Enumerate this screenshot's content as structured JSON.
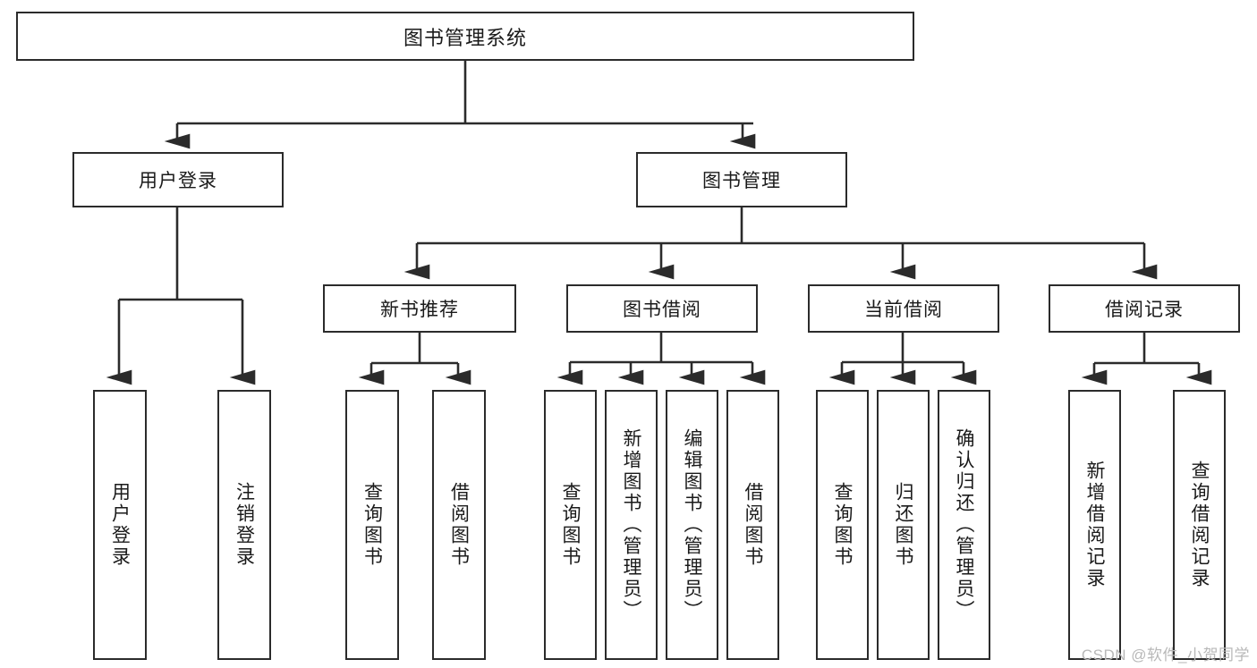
{
  "diagram": {
    "title": "图书管理系统",
    "type": "tree-hierarchy",
    "root": {
      "label": "图书管理系统"
    },
    "level2": [
      {
        "label": "用户登录"
      },
      {
        "label": "图书管理"
      }
    ],
    "level3": [
      {
        "label": "新书推荐",
        "parent": "图书管理"
      },
      {
        "label": "图书借阅",
        "parent": "图书管理"
      },
      {
        "label": "当前借阅",
        "parent": "图书管理"
      },
      {
        "label": "借阅记录",
        "parent": "图书管理"
      }
    ],
    "leaves": {
      "user_login": [
        {
          "label": "用户登录"
        },
        {
          "label": "注销登录"
        }
      ],
      "new_book_recommend": [
        {
          "label": "查询图书"
        },
        {
          "label": "借阅图书"
        }
      ],
      "book_borrow": [
        {
          "label": "查询图书"
        },
        {
          "label": "新增图书（管理员）"
        },
        {
          "label": "编辑图书（管理员）"
        },
        {
          "label": "借阅图书"
        }
      ],
      "current_borrow": [
        {
          "label": "查询图书"
        },
        {
          "label": "归还图书"
        },
        {
          "label": "确认归还（管理员）"
        }
      ],
      "borrow_record": [
        {
          "label": "新增借阅记录"
        },
        {
          "label": "查询借阅记录"
        }
      ]
    }
  },
  "watermark": {
    "text": "CSDN @软件_小贺同学"
  },
  "colors": {
    "stroke": "#2b2b2b",
    "background": "#ffffff",
    "text": "#1a1a1a",
    "watermark": "#b8b8b8"
  }
}
